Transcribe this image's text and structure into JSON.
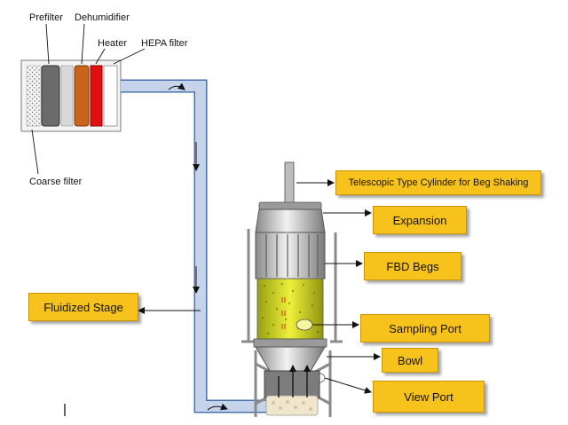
{
  "filter_labels": {
    "prefilter": "Prefilter",
    "dehumidifier": "Dehumidifier",
    "heater": "Heater",
    "hepa": "HEPA filter",
    "coarse": "Coarse filter"
  },
  "callouts": {
    "telescopic": "Telescopic Type Cylinder for Beg Shaking",
    "expansion": "Expansion",
    "fbd_begs": "FBD Begs",
    "fluidized_stage": "Fluidized Stage",
    "sampling_port": "Sampling Port",
    "bowl": "Bowl",
    "view_port": "View Port"
  },
  "colors": {
    "duct": "#c5d4ea",
    "duct_edge": "#4a6fa8",
    "callout_fill": "#f7c21c",
    "heater": "#e01010",
    "dehumidifier": "#c8651b",
    "bed": "#dfe830"
  }
}
